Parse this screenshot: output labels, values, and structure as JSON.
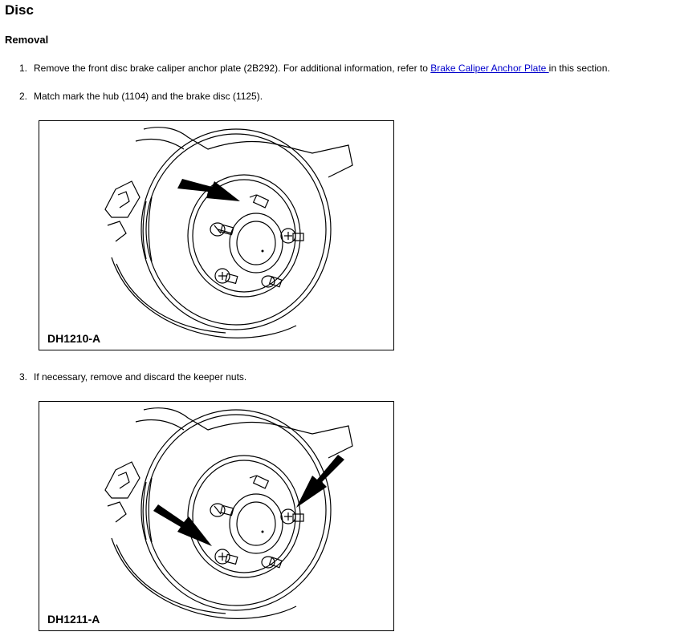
{
  "page": {
    "title": "Disc",
    "section": "Removal"
  },
  "steps": [
    {
      "number": "1.",
      "text_before": "Remove the front disc brake caliper anchor plate (2B292). For additional information, refer to ",
      "link_text": "Brake Caliper Anchor Plate ",
      "text_after": "in this section."
    },
    {
      "number": "2.",
      "text": "Match mark the hub (1104) and the brake disc (1125)."
    },
    {
      "number": "3.",
      "text": "If necessary, remove and discard the keeper nuts."
    }
  ],
  "figures": [
    {
      "label": "DH1210-A"
    },
    {
      "label": "DH1211-A"
    }
  ]
}
